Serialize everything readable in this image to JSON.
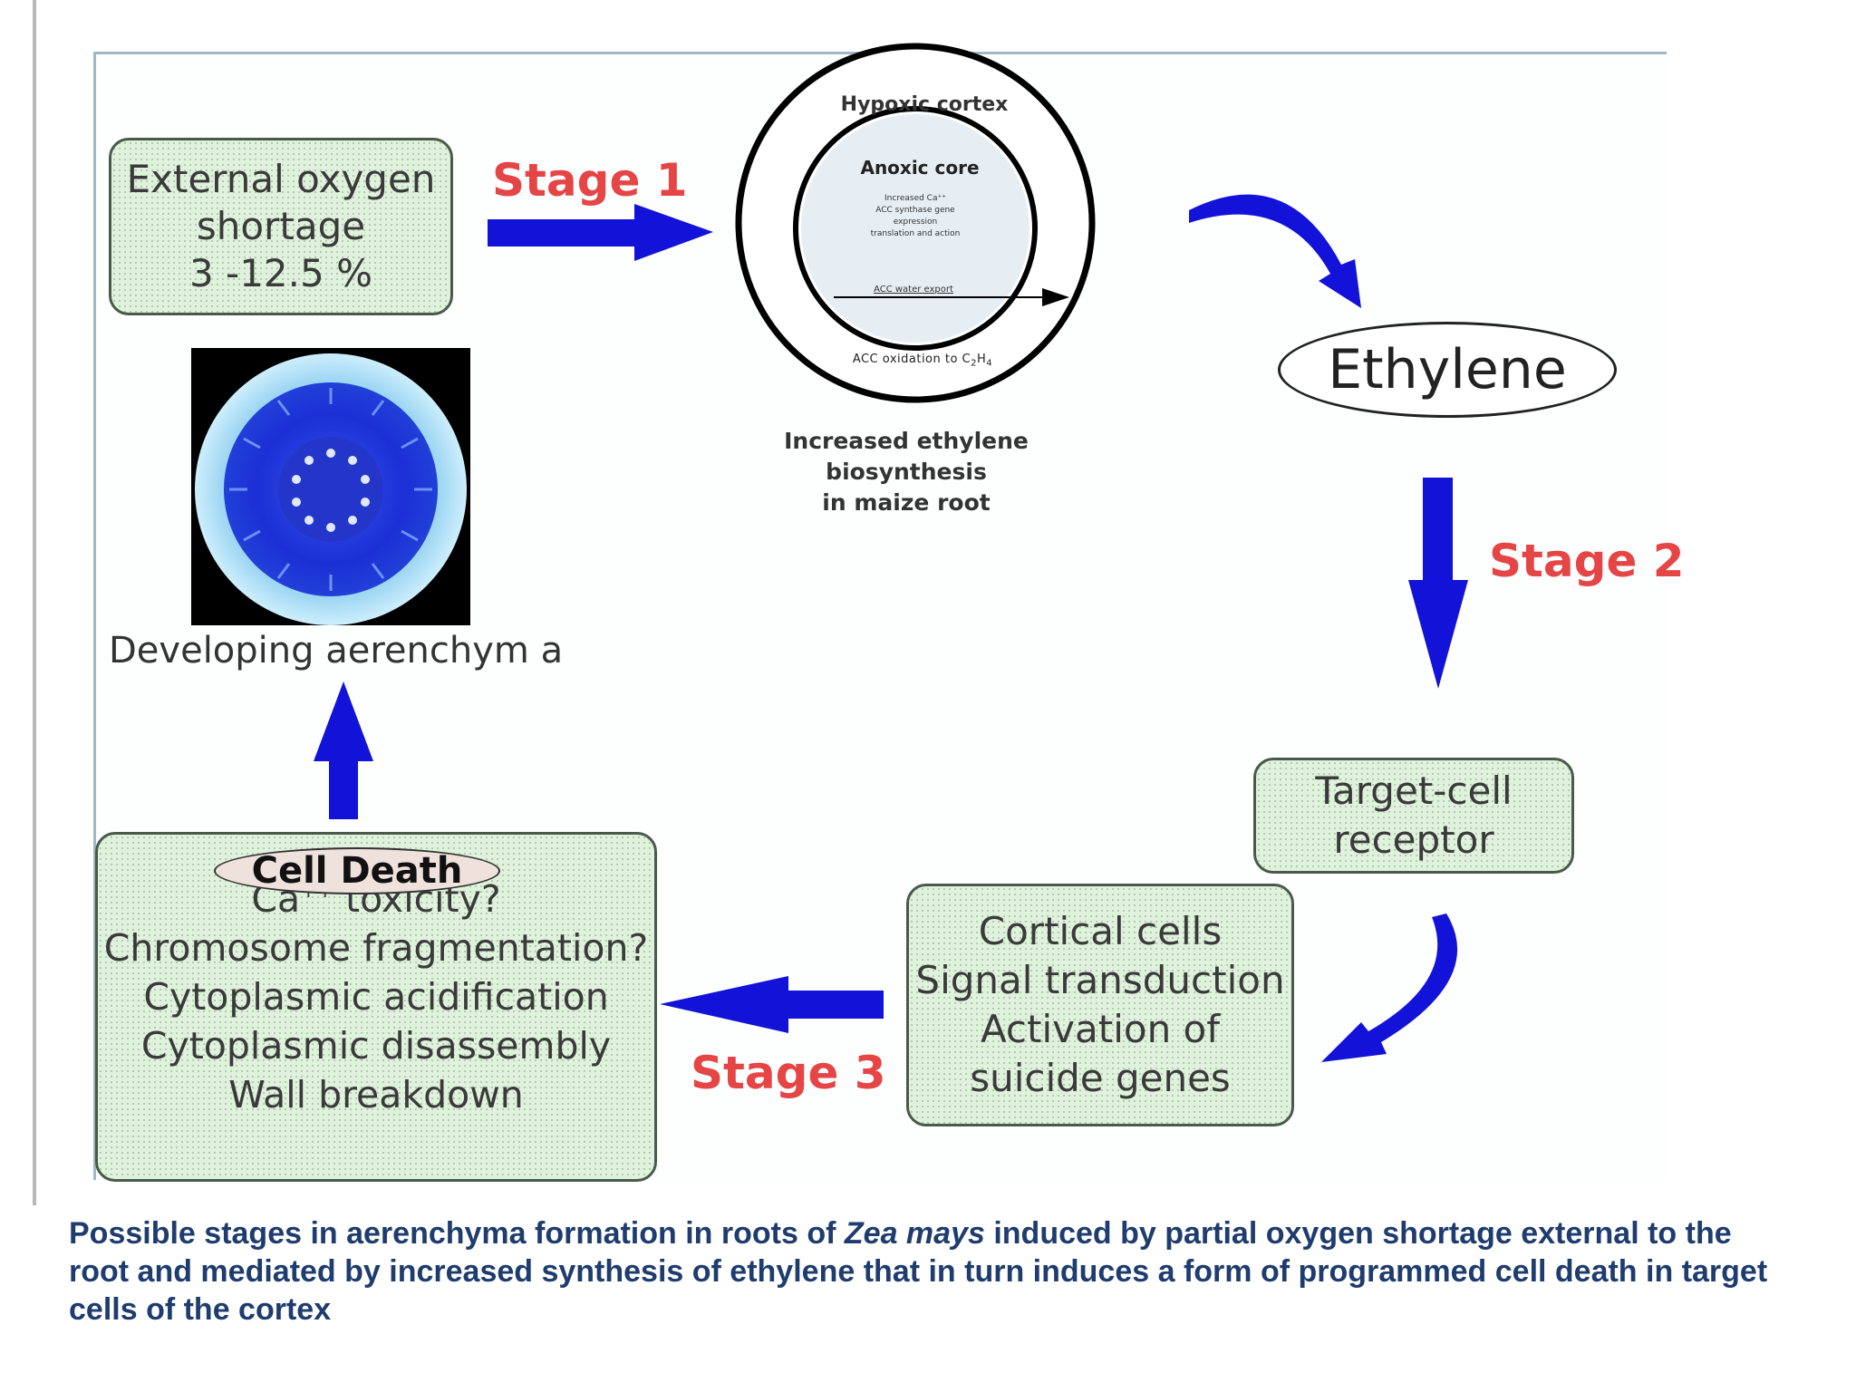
{
  "diagram": {
    "external_box": {
      "lines": [
        "External oxygen",
        "shortage",
        "3 -12.5 %"
      ]
    },
    "stage_1": "Stage 1",
    "stage_2": "Stage 2",
    "stage_3": "Stage 3",
    "cortex": {
      "outer_label": "Hypoxic cortex",
      "inner_label": "Anoxic core",
      "inner_lines": [
        "Increased Ca⁺⁺",
        "ACC synthase gene",
        "expression",
        "translation and action"
      ],
      "export_label": "ACC water export",
      "oxidation_label": "ACC oxidation to C",
      "oxidation_sub1": "2",
      "oxidation_mid": "H",
      "oxidation_sub2": "4"
    },
    "maize_caption": [
      "Increased ethylene",
      "biosynthesis",
      "in maize root"
    ],
    "ethylene": "Ethylene",
    "target_box": {
      "lines": [
        "Target-cell",
        "receptor"
      ]
    },
    "cortical_box": {
      "lines": [
        "Cortical cells",
        "Signal transduction",
        "Activation of",
        "suicide genes"
      ]
    },
    "cell_death": {
      "title": "Cell Death",
      "ca_text": "Ca",
      "ca_sup": "++",
      "ca_rest": " toxicity?",
      "lines": [
        "Chromosome fragmentation?",
        "Cytoplasmic acidification",
        "Cytoplasmic disassembly",
        "Wall breakdown"
      ]
    },
    "aerenchyma_label": "Developing aerenchym a",
    "colors": {
      "arrow": "#1212d8",
      "stage_text": "#e64545",
      "box_fill": "#dff2dc",
      "caption": "#1f3c6e"
    }
  },
  "caption": {
    "part1": "Possible stages in aerenchyma formation in roots of ",
    "italic": "Zea mays",
    "part2": " induced by partial oxygen shortage external to the root and mediated by increased synthesis of ethylene that in turn induces a form of programmed cell death in target cells of the cortex"
  }
}
